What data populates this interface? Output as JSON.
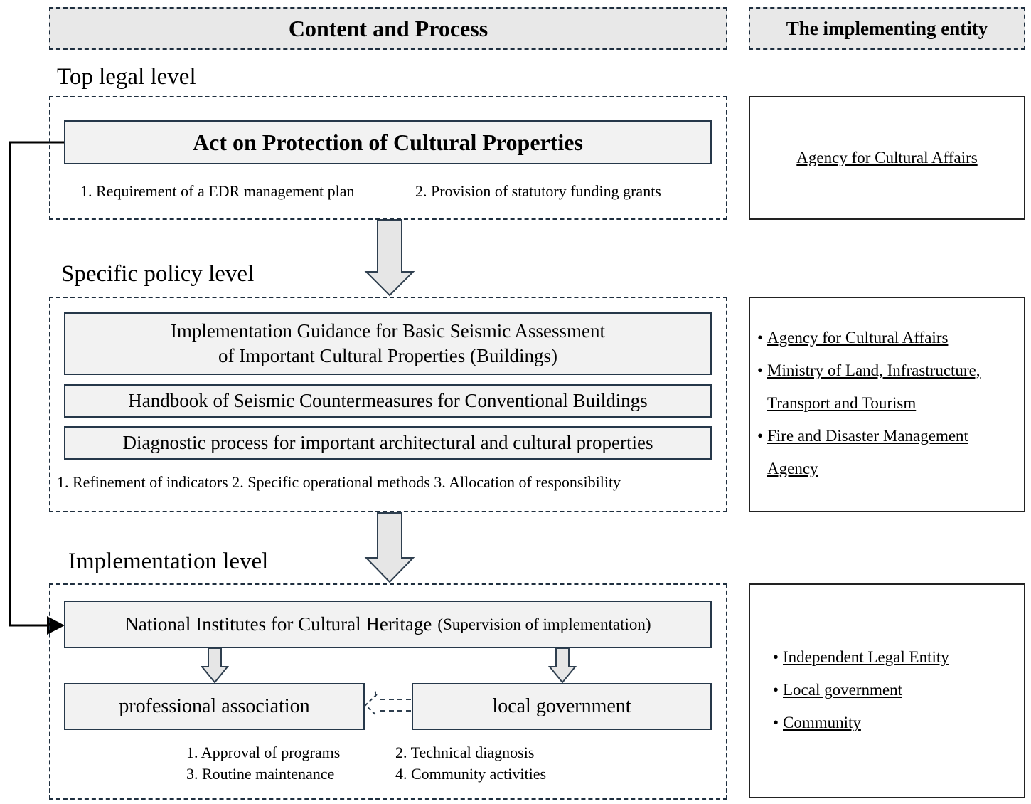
{
  "headers": {
    "content": "Content and Process",
    "entity": "The implementing entity"
  },
  "levels": {
    "top": "Top legal level",
    "policy": "Specific policy level",
    "implementation": "Implementation level"
  },
  "top_level": {
    "act": "Act on Protection of Cultural Properties",
    "notes": [
      "1. Requirement of a EDR management plan",
      "2. Provision of statutory funding grants"
    ]
  },
  "policy_level": {
    "guidance_line1": "Implementation Guidance for Basic Seismic Assessment",
    "guidance_line2": "of Important Cultural Properties (Buildings)",
    "handbook": "Handbook of Seismic Countermeasures for Conventional Buildings",
    "diagnostic": "Diagnostic process for important architectural and cultural properties",
    "notes": "1. Refinement of indicators 2. Specific operational methods 3. Allocation of responsibility"
  },
  "implementation_level": {
    "national_institute": "National Institutes for Cultural Heritage",
    "supervision": "(Supervision of implementation)",
    "professional": "professional association",
    "local": "local government",
    "small_mark": "1",
    "notes": [
      "1. Approval of programs",
      "2. Technical diagnosis",
      "3. Routine maintenance",
      "4. Community activities"
    ]
  },
  "entities": {
    "top": "Agency for Cultural Affairs",
    "policy": [
      {
        "bullet": "•",
        "line1": "Agency for Cultural Affairs"
      },
      {
        "bullet": "•",
        "line1": "Ministry of Land, Infrastructure,",
        "line2": "Transport and Tourism"
      },
      {
        "bullet": "•",
        "line1": "Fire and Disaster Management",
        "line2": "Agency"
      }
    ],
    "implementation": [
      {
        "bullet": "•",
        "line1": "Independent Legal Entity"
      },
      {
        "bullet": "•",
        "line1": "Local government"
      },
      {
        "bullet": "•",
        "line1": "Community"
      }
    ]
  }
}
